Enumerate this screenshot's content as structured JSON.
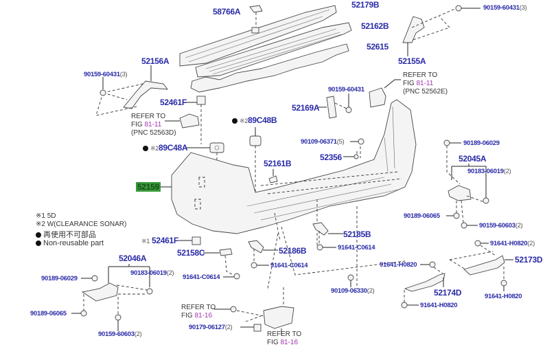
{
  "diagram": {
    "title": "Rear bumper parts diagram",
    "colors": {
      "part_number": "#2a2aa8",
      "fig_ref": "#a030b0",
      "highlight": "#3a9a3a"
    },
    "labels": [
      {
        "id": "58766A",
        "text": "58766A"
      },
      {
        "id": "52179B",
        "text": "52179B"
      },
      {
        "id": "52162B",
        "text": "52162B"
      },
      {
        "id": "52615",
        "text": "52615"
      },
      {
        "id": "90159-60431-top",
        "text": "90159-60431",
        "qty": "(3)"
      },
      {
        "id": "52155A",
        "text": "52155A"
      },
      {
        "id": "52156A",
        "text": "52156A"
      },
      {
        "id": "90159-60431-left",
        "text": "90159-60431",
        "qty": "(3)"
      },
      {
        "id": "52461F-top",
        "text": "52461F"
      },
      {
        "id": "90159-60431-mid",
        "text": "90159-60431"
      },
      {
        "id": "52169A",
        "text": "52169A"
      },
      {
        "id": "89C48B",
        "text": "89C48B",
        "mark": "※2"
      },
      {
        "id": "89C48A",
        "text": "89C48A",
        "mark": "※2"
      },
      {
        "id": "90109-06371",
        "text": "90109-06371",
        "qty": "(5)"
      },
      {
        "id": "52356",
        "text": "52356"
      },
      {
        "id": "52161B",
        "text": "52161B"
      },
      {
        "id": "52159",
        "text": "52159"
      },
      {
        "id": "90189-06029-right",
        "text": "90189-06029"
      },
      {
        "id": "52045A",
        "text": "52045A"
      },
      {
        "id": "90183-06019-right",
        "text": "90183-06019",
        "qty": "(2)"
      },
      {
        "id": "90189-06065-right",
        "text": "90189-06065"
      },
      {
        "id": "90159-60603-right",
        "text": "90159-60603",
        "qty": "(2)"
      },
      {
        "id": "52461F-bottom",
        "text": "52461F",
        "mark": "※1"
      },
      {
        "id": "52158C",
        "text": "52158C"
      },
      {
        "id": "52186B",
        "text": "52186B"
      },
      {
        "id": "52185B",
        "text": "52185B"
      },
      {
        "id": "91641-C0614-a",
        "text": "91641-C0614"
      },
      {
        "id": "91641-C0614-b",
        "text": "91641-C0614"
      },
      {
        "id": "91641-C0614-c",
        "text": "91641-C0614"
      },
      {
        "id": "90109-06330",
        "text": "90109-06330",
        "qty": "(2)"
      },
      {
        "id": "91641-H0820-a",
        "text": "91641-H0820",
        "qty": "(2)"
      },
      {
        "id": "52173D",
        "text": "52173D"
      },
      {
        "id": "91641-H0820-b",
        "text": "91641-H0820"
      },
      {
        "id": "52174D",
        "text": "52174D"
      },
      {
        "id": "91641-H0820-c",
        "text": "91641-H0820"
      },
      {
        "id": "91641-H0820-d",
        "text": "91641-H0820"
      },
      {
        "id": "52046A",
        "text": "52046A"
      },
      {
        "id": "90189-06029-left",
        "text": "90189-06029"
      },
      {
        "id": "90183-06019-left",
        "text": "90183-06019",
        "qty": "(2)"
      },
      {
        "id": "90189-06065-left",
        "text": "90189-06065"
      },
      {
        "id": "90159-60603-left",
        "text": "90159-60603",
        "qty": "(2)"
      },
      {
        "id": "90179-06127",
        "text": "90179-06127",
        "qty": "(2)"
      }
    ],
    "refer_notes": [
      {
        "line1": "REFER TO",
        "fig_prefix": "FIG ",
        "fig": "81-11",
        "line3": "(PNC 52562E)"
      },
      {
        "line1": "REFER TO",
        "fig_prefix": "FIG ",
        "fig": "81-11",
        "line3": "(PNC 52563D)"
      },
      {
        "line1": "REFER TO",
        "fig_prefix": "FIG ",
        "fig": "81-16",
        "line3": ""
      },
      {
        "line1": "REFER TO",
        "fig_prefix": "FIG ",
        "fig": "81-16",
        "line3": ""
      }
    ],
    "legend": {
      "note1": "※1 5D",
      "note2": "※2 W(CLEARANCE SONAR)",
      "nonreusable_jp": "再使用不可部品",
      "nonreusable_en": "Non-reusable part"
    }
  }
}
